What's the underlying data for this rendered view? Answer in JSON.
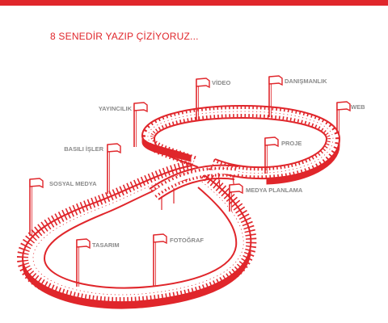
{
  "colors": {
    "accent": "#e0262b",
    "label": "#8a8a8a",
    "track_fill": "#ffffff"
  },
  "header": {
    "title": "8 SENEDİR YAZIP ÇİZİYORUZ..."
  },
  "illustration": {
    "shape": "figure-eight track drawn in red outline",
    "flags": [
      {
        "label": "VİDEO"
      },
      {
        "label": "DANIŞMANLIK"
      },
      {
        "label": "YAYINCILIK"
      },
      {
        "label": "WEB"
      },
      {
        "label": "BASILI İŞLER"
      },
      {
        "label": "PROJE"
      },
      {
        "label": "SOSYAL MEDYA"
      },
      {
        "label": "MEDYA PLANLAMA"
      },
      {
        "label": "TASARIM"
      },
      {
        "label": "FOTOĞRAF"
      }
    ]
  }
}
